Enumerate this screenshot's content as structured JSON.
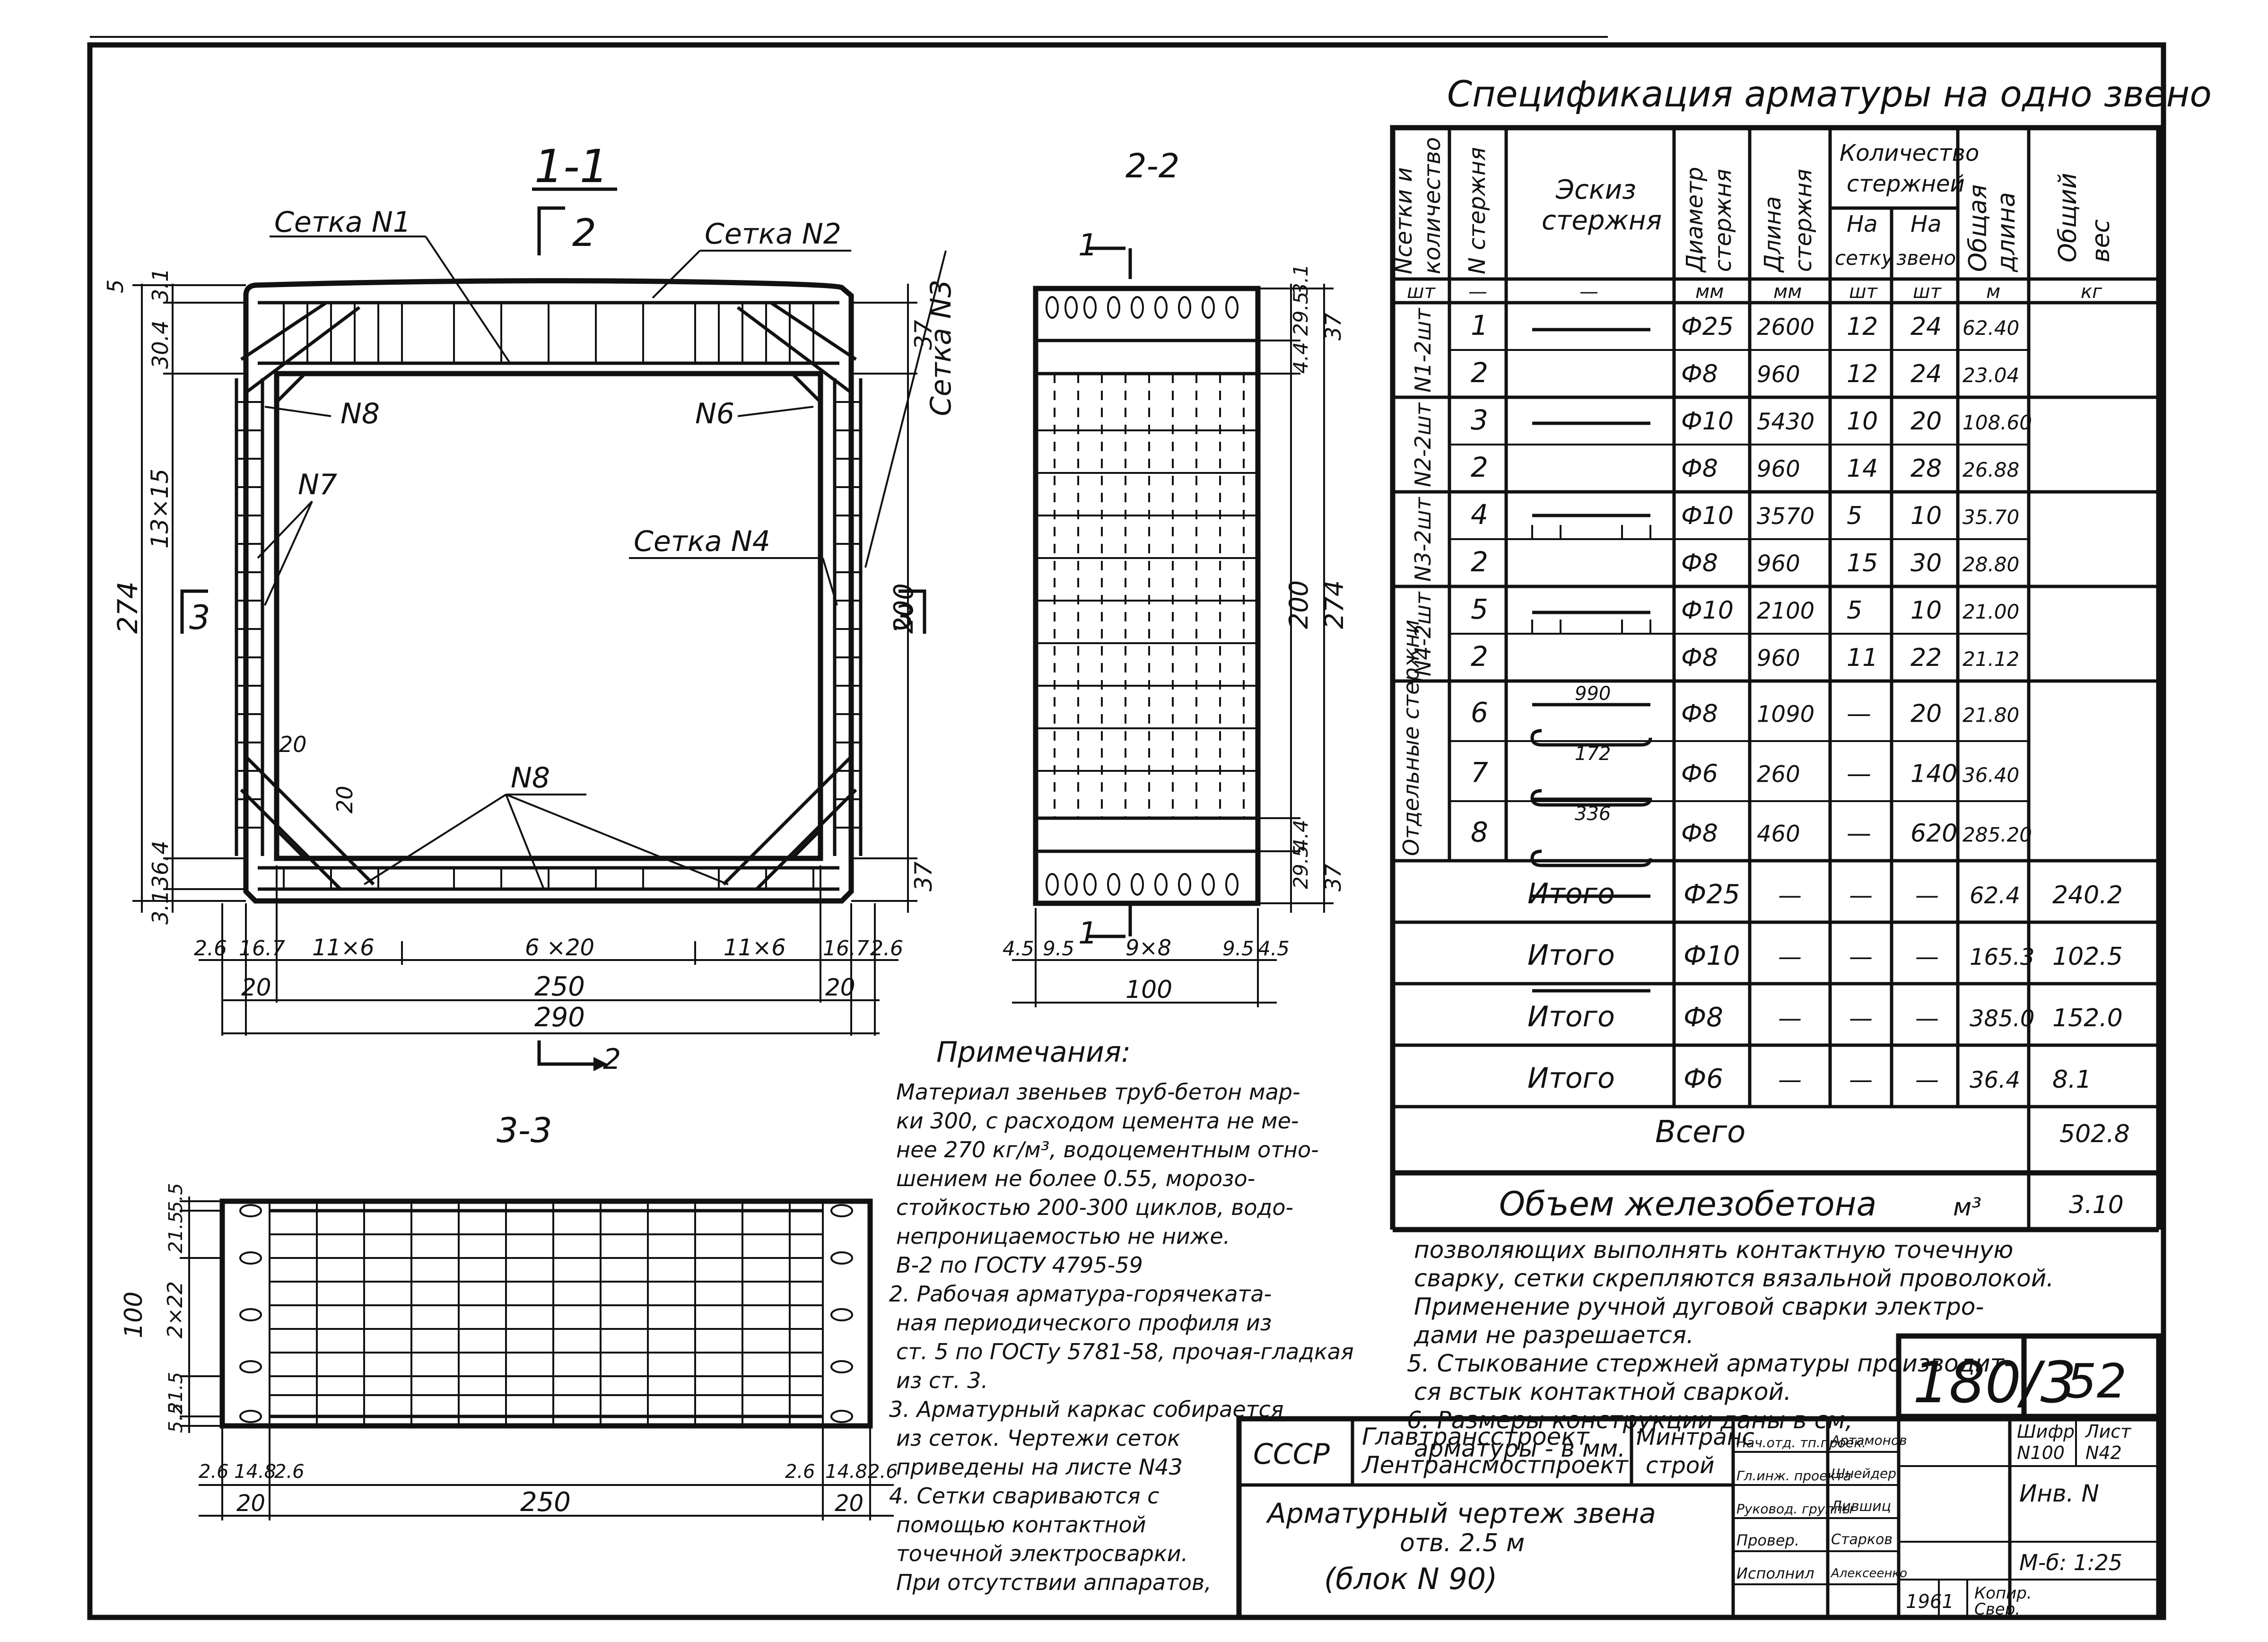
{
  "sections": {
    "s11": "1-1",
    "s22": "2-2",
    "s33": "3-3",
    "cut1": "1",
    "cut2": "2",
    "cut3": "3"
  },
  "view11": {
    "mesh1": "Сетка N1",
    "mesh2": "Сетка N2",
    "mesh3": "Сетка N3",
    "mesh4": "Сетка N4",
    "n8a": "N8",
    "n6": "N6",
    "n7": "N7",
    "n8b": "N8",
    "v5": "5",
    "v31a": "3.1",
    "v304": "30.4",
    "v1315": "13×15",
    "v274": "274",
    "v364": "36.4",
    "v31b": "3.1",
    "v37a": "37",
    "v200": "200",
    "v37b": "37",
    "v20a": "20",
    "v20b": "20",
    "h26a": "2.6",
    "h167a": "16.7",
    "h11x6a": "11×6",
    "h6x20": "6 ×20",
    "h11x6b": "11×6",
    "h167b": "16.7",
    "h26b": "2.6",
    "h20a": "20",
    "h250": "250",
    "h20b": "20",
    "h290": "290"
  },
  "view22": {
    "v31": "3.1",
    "v295a": "29.5",
    "v37a": "37",
    "v44a": "4.4",
    "v200": "200",
    "v274": "274",
    "v44b": "4.4",
    "v295b": "29.5",
    "v37b": "37",
    "h45a": "4.5",
    "h95a": "9.5",
    "h9x8": "9×8",
    "h95b": "9.5",
    "h45b": "4.5",
    "h100": "100"
  },
  "view33": {
    "v55a": "5.5",
    "v215a": "21.5",
    "v2x22": "2×22",
    "v100": "100",
    "v215b": "21.5",
    "v55b": "5.5",
    "h26a": "2.6",
    "h148a": "14.8",
    "h26b": "2.6",
    "h26c": "2.6",
    "h148b": "14.8",
    "h26d": "2.6",
    "h20a": "20",
    "h250": "250",
    "h20b": "20"
  },
  "spec": {
    "title": "Спецификация арматуры на одно звено",
    "headers": {
      "mesh": [
        "Nсетки и",
        "количество"
      ],
      "rod": "N стержня",
      "sketch": [
        "Эскиз",
        "стержня"
      ],
      "diam": [
        "Диаметр",
        "стержня"
      ],
      "len": [
        "Длина",
        "стержня"
      ],
      "qty": [
        "Количество",
        "стержней"
      ],
      "qty_mesh": [
        "На",
        "сетку"
      ],
      "qty_link": [
        "На",
        "звено"
      ],
      "total_len": [
        "Общая",
        "длина"
      ],
      "total_w": [
        "Общий",
        "вес"
      ]
    },
    "units": [
      "шт",
      "—",
      "—",
      "мм",
      "мм",
      "шт",
      "шт",
      "м",
      "кг"
    ],
    "groups": [
      "N1-2шт",
      "N2-2шт",
      "N3-2шт",
      "N4-2шт",
      "Отдельные стержни"
    ],
    "rows": [
      {
        "rod": "1",
        "diam": "Ф25",
        "len": "2600",
        "mesh": "12",
        "link": "24",
        "total": "62.40"
      },
      {
        "rod": "2",
        "diam": "Ф8",
        "len": "960",
        "mesh": "12",
        "link": "24",
        "total": "23.04"
      },
      {
        "rod": "3",
        "diam": "Ф10",
        "len": "5430",
        "mesh": "10",
        "link": "20",
        "total": "108.60"
      },
      {
        "rod": "2",
        "diam": "Ф8",
        "len": "960",
        "mesh": "14",
        "link": "28",
        "total": "26.88"
      },
      {
        "rod": "4",
        "diam": "Ф10",
        "len": "3570",
        "mesh": "5",
        "link": "10",
        "total": "35.70"
      },
      {
        "rod": "2",
        "diam": "Ф8",
        "len": "960",
        "mesh": "15",
        "link": "30",
        "total": "28.80"
      },
      {
        "rod": "5",
        "diam": "Ф10",
        "len": "2100",
        "mesh": "5",
        "link": "10",
        "total": "21.00"
      },
      {
        "rod": "2",
        "diam": "Ф8",
        "len": "960",
        "mesh": "11",
        "link": "22",
        "total": "21.12"
      },
      {
        "rod": "6",
        "sketch": "990",
        "diam": "Ф8",
        "len": "1090",
        "mesh": "—",
        "link": "20",
        "total": "21.80"
      },
      {
        "rod": "7",
        "sketch": "172",
        "diam": "Ф6",
        "len": "260",
        "mesh": "—",
        "link": "140",
        "total": "36.40"
      },
      {
        "rod": "8",
        "sketch": "336",
        "diam": "Ф8",
        "len": "460",
        "mesh": "—",
        "link": "620",
        "total": "285.20"
      }
    ],
    "totals": [
      {
        "label": "Итого",
        "diam": "Ф25",
        "a": "—",
        "b": "—",
        "c": "—",
        "len": "62.4",
        "w": "240.2"
      },
      {
        "label": "Итого",
        "diam": "Ф10",
        "a": "—",
        "b": "—",
        "c": "—",
        "len": "165.3",
        "w": "102.5"
      },
      {
        "label": "Итого",
        "diam": "Ф8",
        "a": "—",
        "b": "—",
        "c": "—",
        "len": "385.0",
        "w": "152.0"
      },
      {
        "label": "Итого",
        "diam": "Ф6",
        "a": "—",
        "b": "—",
        "c": "—",
        "len": "36.4",
        "w": "8.1"
      }
    ],
    "grand_label": "Всего",
    "grand_value": "502.8",
    "volume_label": "Объем железобетона",
    "volume_unit": "м³",
    "volume_value": "3.10"
  },
  "notes": {
    "heading": "Примечания:",
    "left": [
      "Материал звеньев труб-бетон мар-",
      "ки 300, с расходом цемента не ме-",
      "нее 270 кг/м³, водоцементным отно-",
      "шением не более 0.55, морозо-",
      "стойкостью 200-300 циклов, водо-",
      "непроницаемостью не ниже.",
      "В-2 по ГОСТУ 4795-59",
      "2. Рабочая арматура-горячеката-",
      "ная периодического профиля из",
      "ст. 5 по ГОСТу 5781-58, прочая-гладкая",
      "из ст. 3.",
      "3. Арматурный каркас собирается",
      "из сеток. Чертежи сеток",
      "приведены на листе N43",
      "4. Сетки свариваются с",
      "помощью контактной",
      "точечной электросварки.",
      "При отсутствии аппаратов,"
    ],
    "right": [
      "позволяющих выполнять контактную точечную",
      "сварку, сетки скрепляются вязальной проволокой.",
      "Применение ручной дуговой сварки электро-",
      "дами не разрешается.",
      "5. Стыкование стержней арматуры производит-",
      "ся встык контактной сваркой.",
      "6. Размеры конструкции даны в см,",
      "арматуры - в мм."
    ]
  },
  "stamp": {
    "code": "180/3",
    "sheet": "52",
    "country": "СССР",
    "org1": "Главтрансстроект",
    "org2": "Лентрансмостпроект",
    "ministry": [
      "Минтранс",
      "строй"
    ],
    "title": [
      "Арматурный чертеж звена",
      "отв. 2.5 м",
      "(блок N 90)"
    ],
    "roles": [
      "Нач.отд. тп.проек.",
      "Гл.инж. проекта",
      "Руковод. группы",
      "Провер.",
      "Исполнил"
    ],
    "names": [
      "Артамонов",
      "Шнейдер",
      "Лившиц",
      "Старков",
      "Алексеенко"
    ],
    "cipher": [
      "Шифр",
      "N100"
    ],
    "sheetno": [
      "Лист",
      "N42"
    ],
    "inv": "Инв. N",
    "scale": "М-б: 1:25",
    "year": "1961",
    "copy": [
      "Копир.",
      "Свер."
    ]
  }
}
